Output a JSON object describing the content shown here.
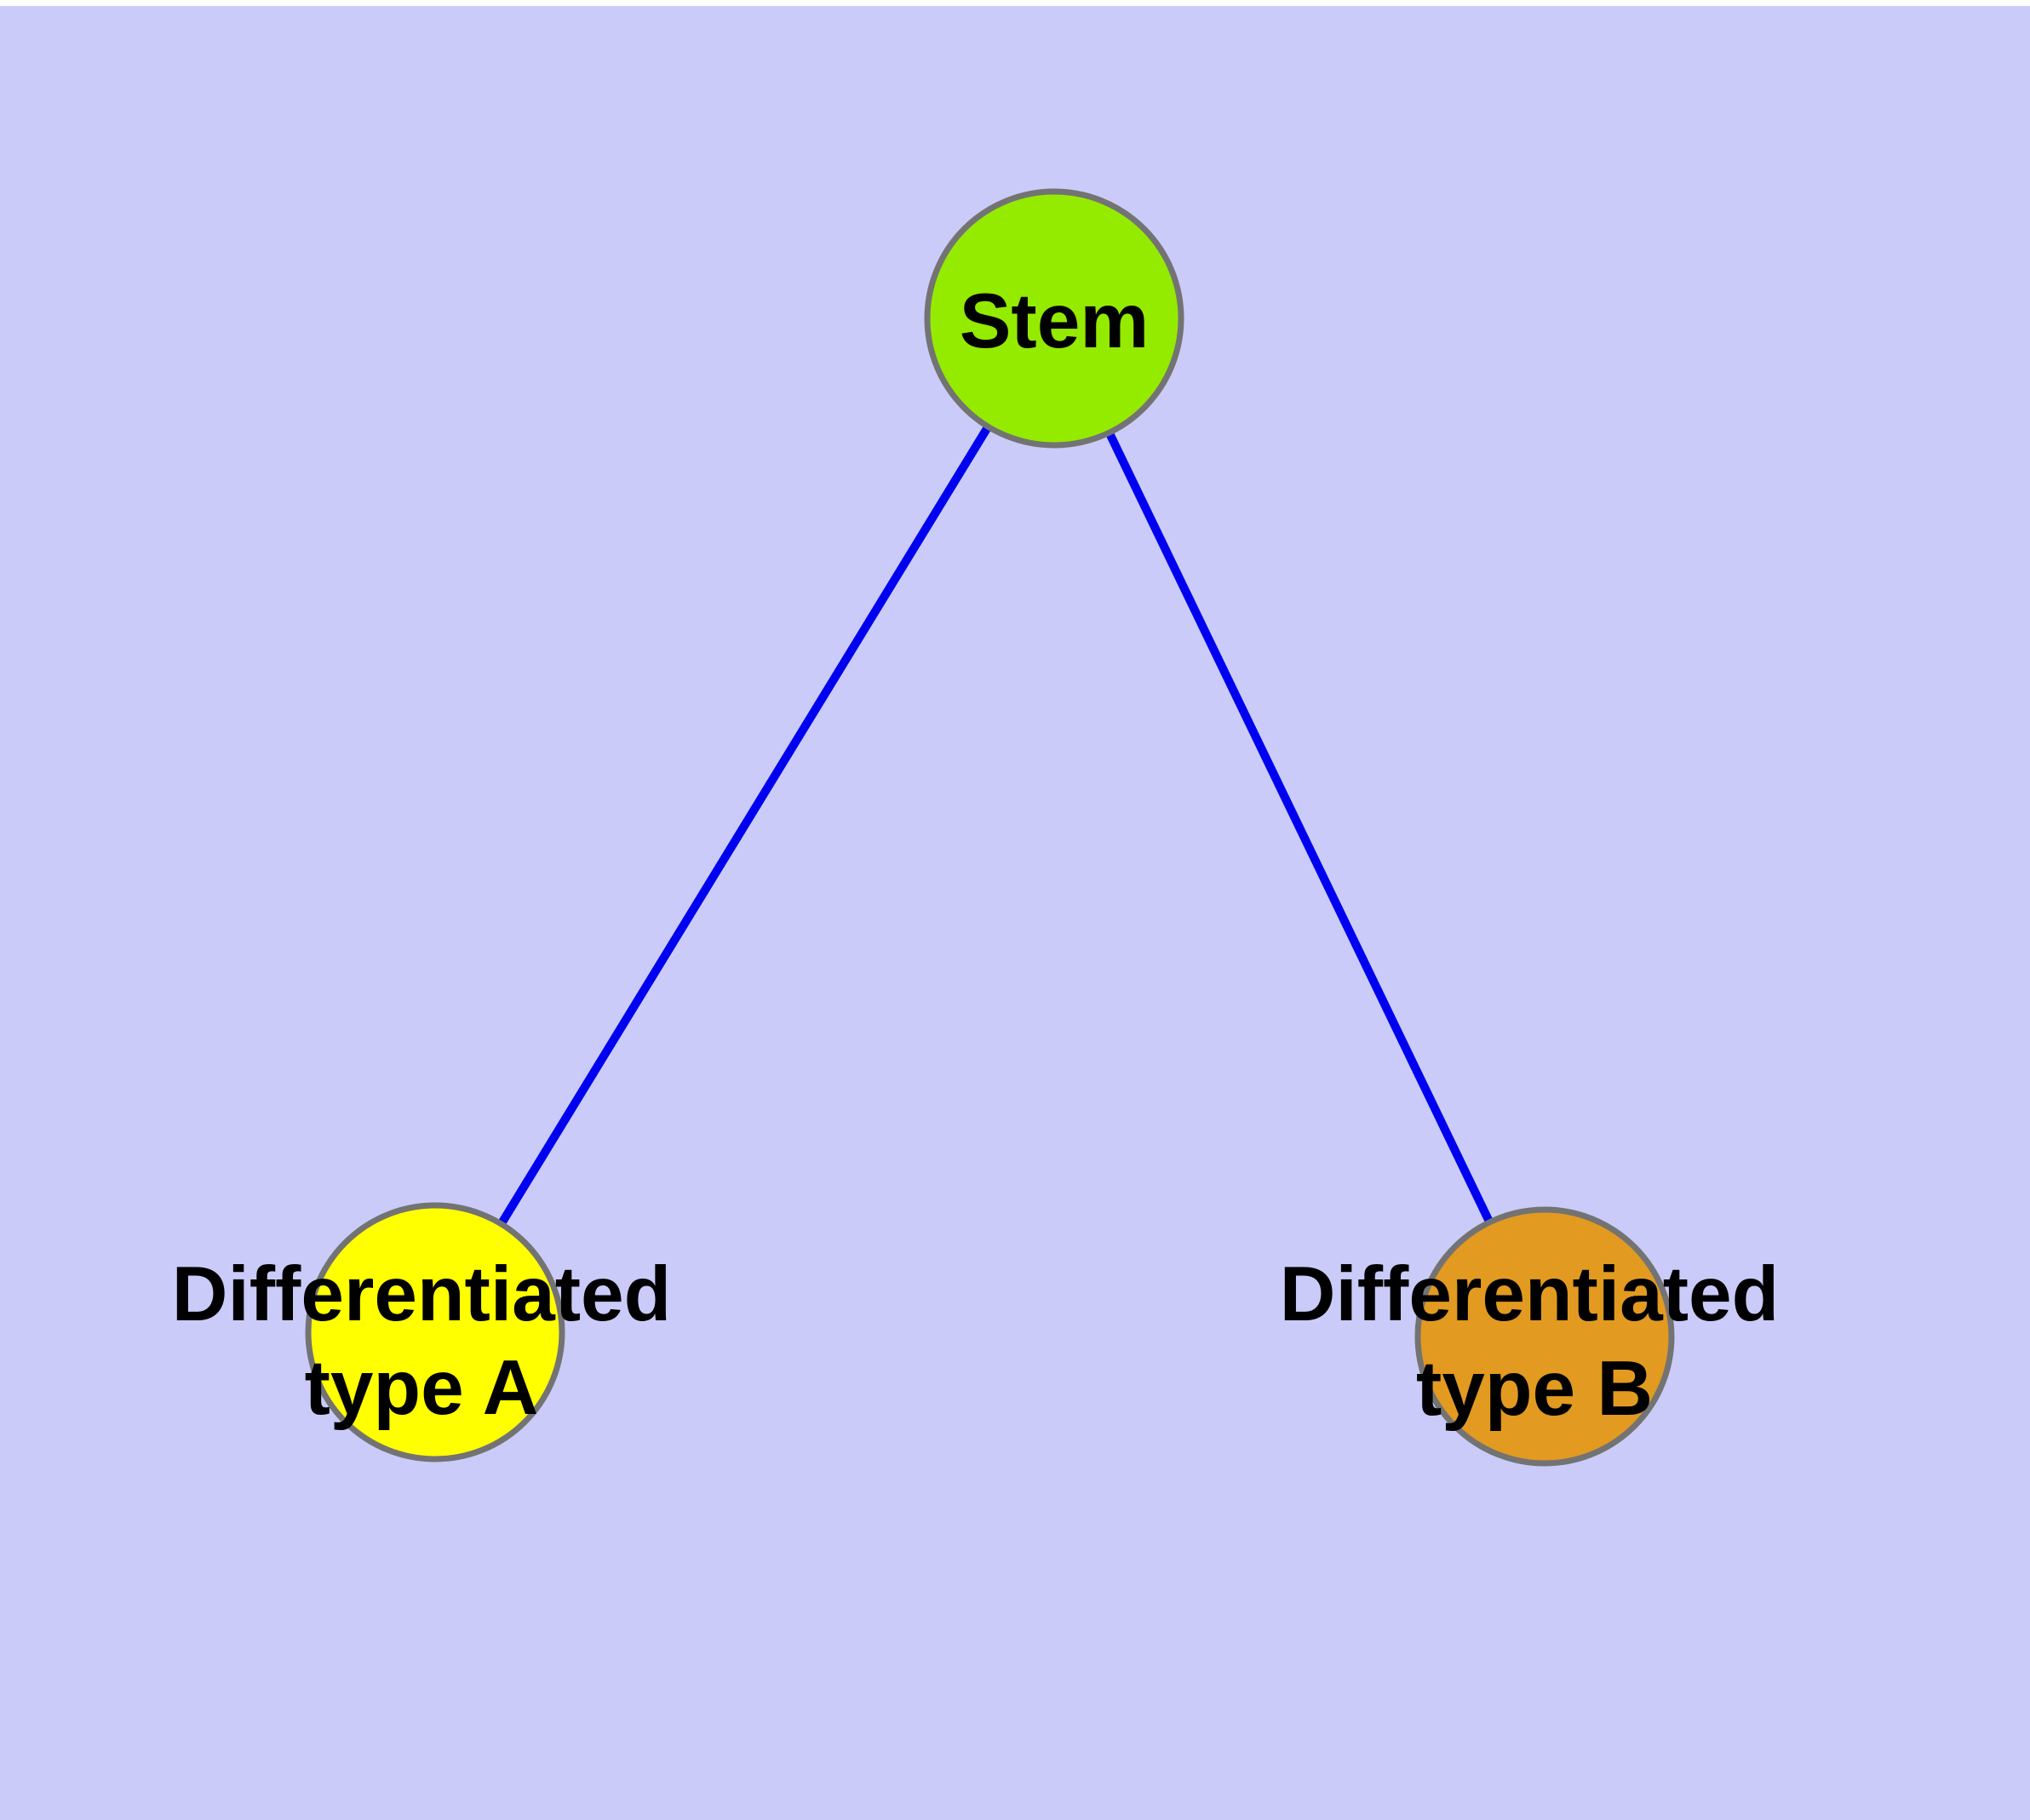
{
  "figure": {
    "description": "Stem cell differentiation graph diagram",
    "styles": {
      "background": "#CBCBF9",
      "top_strip": "#FFFFFF",
      "node_border": "#737373",
      "edge_color": "#0000F0",
      "text_color": "#000000"
    },
    "graph": {
      "nodes": [
        {
          "id": "stem",
          "label_lines": [
            "Stem"
          ],
          "fill": "#94EB00"
        },
        {
          "id": "differentiated-type-a",
          "label_lines": [
            "Differentiated",
            "type A"
          ],
          "fill": "#FFFF00"
        },
        {
          "id": "differentiated-type-b",
          "label_lines": [
            "Differentiated",
            "type B"
          ],
          "fill": "#E29A20"
        }
      ],
      "edges": [
        {
          "from": "stem",
          "to": "differentiated-type-a"
        },
        {
          "from": "stem",
          "to": "differentiated-type-b"
        }
      ]
    }
  }
}
